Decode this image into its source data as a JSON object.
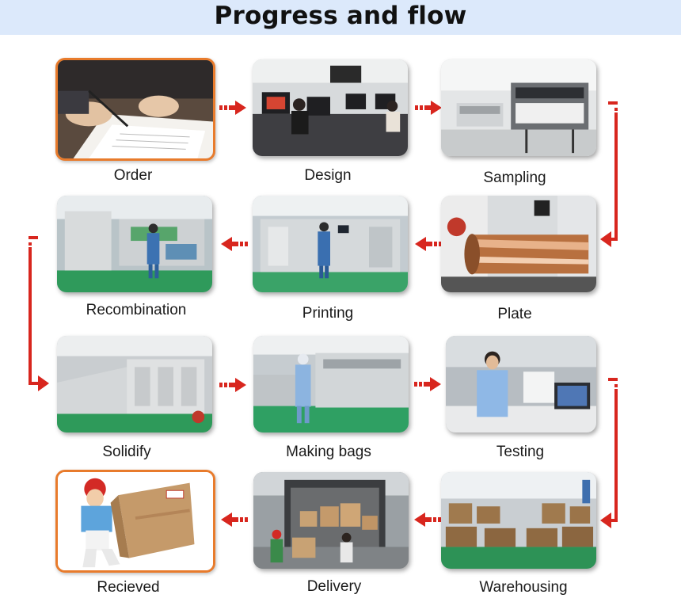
{
  "title": "Progress and flow",
  "colors": {
    "accent_border": "#e87b2c",
    "arrow": "#d8261e",
    "header_bg": "#dce9fb"
  },
  "steps": [
    {
      "label": "Order"
    },
    {
      "label": "Design"
    },
    {
      "label": "Sampling"
    },
    {
      "label": "Plate"
    },
    {
      "label": "Printing"
    },
    {
      "label": "Recombination"
    },
    {
      "label": "Solidify"
    },
    {
      "label": "Making bags"
    },
    {
      "label": "Testing"
    },
    {
      "label": "Warehousing"
    },
    {
      "label": "Delivery"
    },
    {
      "label": "Recieved"
    }
  ]
}
